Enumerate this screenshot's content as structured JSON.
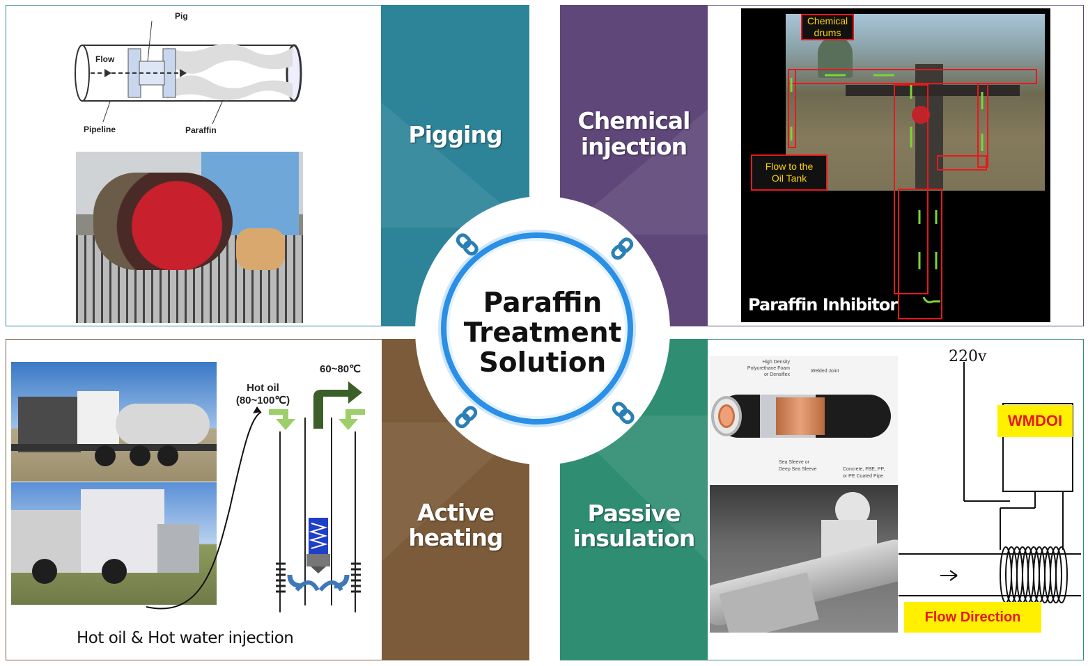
{
  "center": {
    "line1": "Paraffin",
    "line2": "Treatment",
    "line3": "Solution"
  },
  "colors": {
    "pigging": "#2d8499",
    "chemical": "#5f4779",
    "heating": "#7b5b39",
    "insulation": "#2f8e72",
    "ring": "#2a8fe6"
  },
  "pigging": {
    "title": "Pigging",
    "diagram": {
      "pig": "Pig",
      "flow": "Flow",
      "pipeline": "Pipeline",
      "paraffin": "Paraffin"
    }
  },
  "chemical": {
    "title_line1": "Chemical",
    "title_line2": "injection",
    "label_drums_line1": "Chemical",
    "label_drums_line2": "drums",
    "label_flow_line1": "Flow to the",
    "label_flow_line2": "Oil Tank",
    "caption": "Paraffin Inhibitor"
  },
  "heating": {
    "title_line1": "Active",
    "title_line2": "heating",
    "hot_oil_line1": "Hot oil",
    "hot_oil_line2": "(80~100℃)",
    "temp_out": "60~80℃",
    "caption": "Hot oil & Hot water injection"
  },
  "insulation": {
    "title_line1": "Passive",
    "title_line2": "insulation",
    "pipe_labels": {
      "foam_line1": "High Density",
      "foam_line2": "Polyurethane Foam",
      "foam_line3": "or Densiflex",
      "joint": "Welded Joint",
      "sleeve_line1": "Sea Sleeve or",
      "sleeve_line2": "Deep Sea Sleeve",
      "coat_line1": "Concrete, FBE, PP,",
      "coat_line2": "or PE Coated Pipe"
    },
    "voltage": "220v",
    "device": "WMDOI",
    "flow_label": "Flow Direction"
  },
  "icons": [
    "chain-link-icon",
    "chain-link-icon",
    "chain-link-icon",
    "chain-link-icon"
  ]
}
